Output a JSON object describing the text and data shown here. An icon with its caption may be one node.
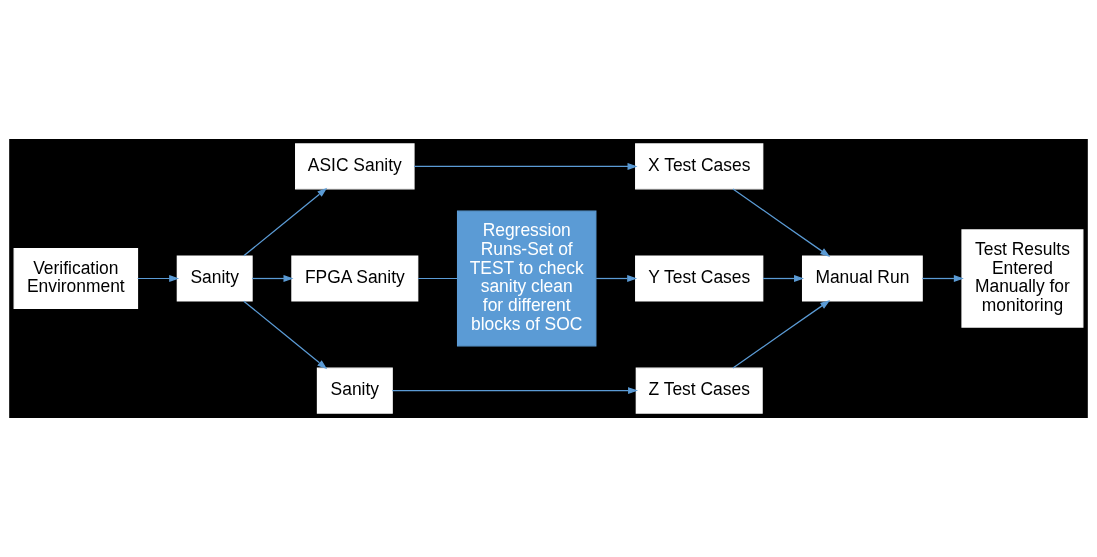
{
  "diagram": {
    "nodes": [
      {
        "text": [
          "Verification Environment"
        ]
      },
      {
        "text": [
          "Sanity"
        ]
      },
      {
        "text": [
          "ASIC Sanity"
        ]
      },
      {
        "text": [
          "FPGA Sanity"
        ]
      },
      {
        "text": [
          "Sanity"
        ]
      },
      {
        "text": [
          "Regression Runs-Set of TEST to check sanity clean for different blocks of SOC"
        ]
      },
      {
        "text": [
          "X Test Cases"
        ]
      },
      {
        "text": [
          "Y Test Cases"
        ]
      },
      {
        "text": [
          "Z Test Cases"
        ]
      },
      {
        "text": [
          "Manual Run"
        ]
      },
      {
        "text": [
          "Test Results Entered Manually for monitoring"
        ]
      }
    ],
    "edges": [
      {
        "from": 0,
        "to": 1,
        "arrow": "to"
      },
      {
        "from": 1,
        "to": 2,
        "arrow": "to"
      },
      {
        "from": 1,
        "to": 3,
        "arrow": "to"
      },
      {
        "from": 1,
        "to": 4,
        "arrow": "to"
      },
      {
        "from": 2,
        "to": 6,
        "arrow": "to"
      },
      {
        "from": 3,
        "to": 5,
        "arrow": "none"
      },
      {
        "from": 5,
        "to": 7,
        "arrow": "to"
      },
      {
        "from": 4,
        "to": 8,
        "arrow": "to"
      },
      {
        "from": 6,
        "to": 9,
        "arrow": "to"
      },
      {
        "from": 7,
        "to": 9,
        "arrow": "to"
      },
      {
        "from": 8,
        "to": 9,
        "arrow": "to"
      },
      {
        "from": 9,
        "to": 10,
        "arrow": "to"
      }
    ]
  }
}
